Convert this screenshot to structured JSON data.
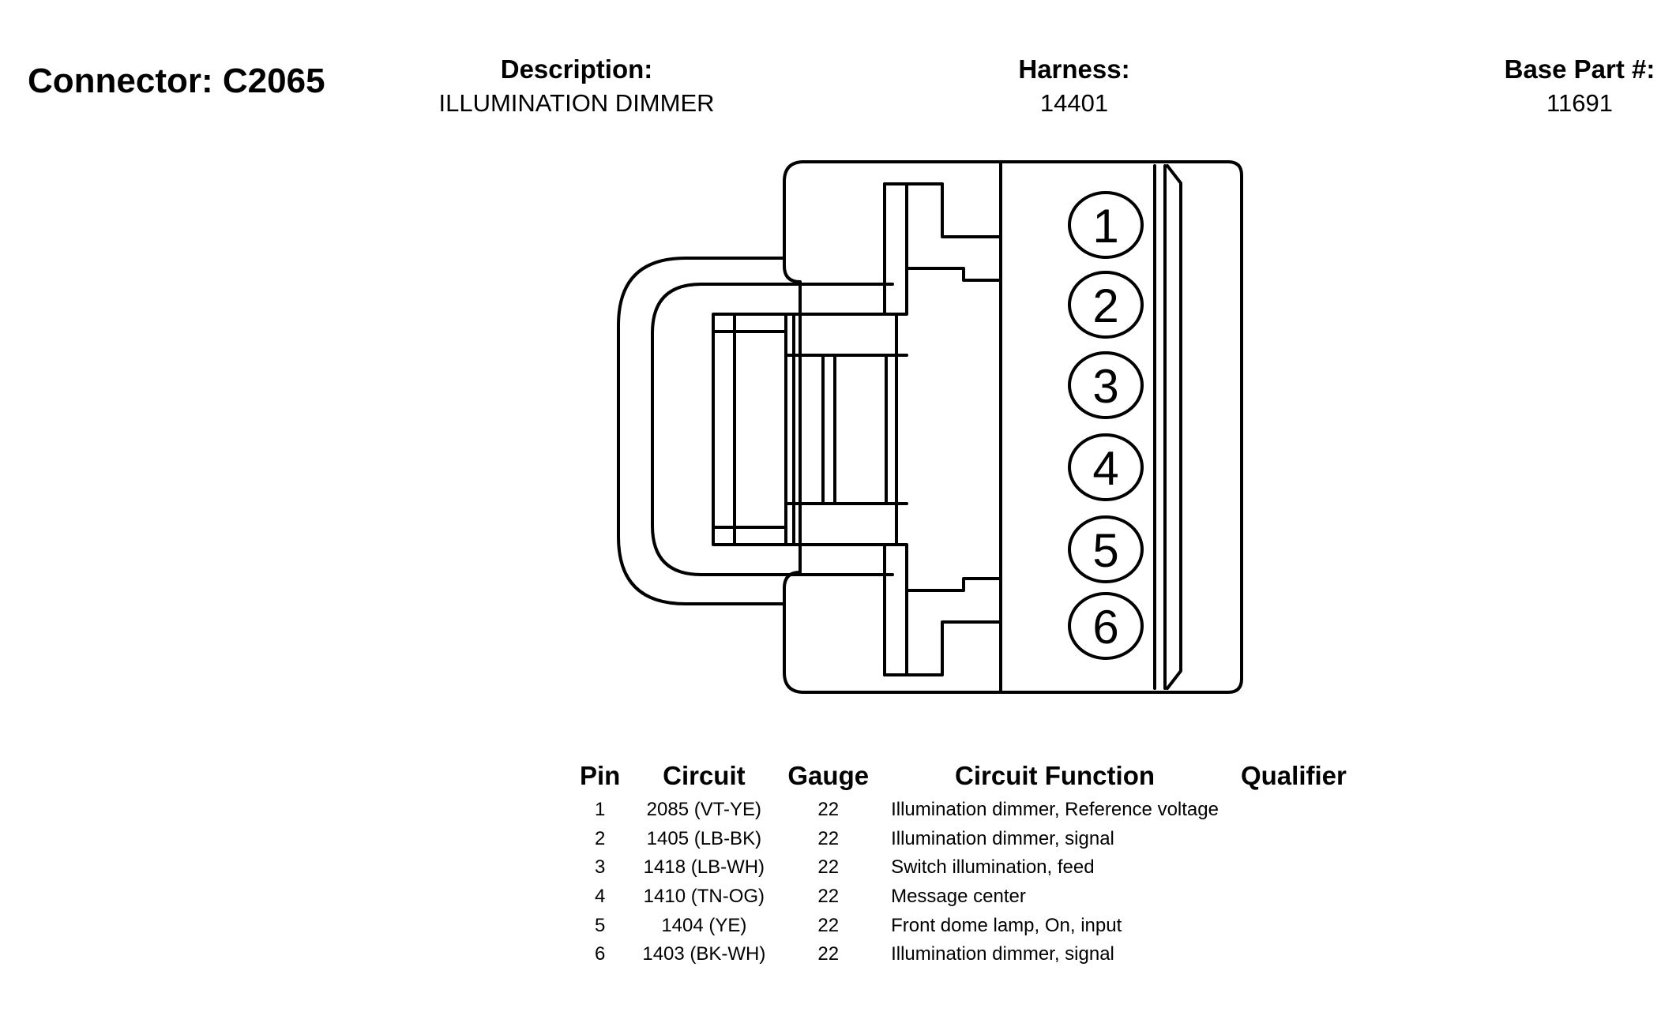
{
  "header": {
    "connector": "Connector: C2065",
    "description_label": "Description:",
    "description_value": "ILLUMINATION DIMMER",
    "harness_label": "Harness:",
    "harness_value": "14401",
    "base_part_label": "Base Part #:",
    "base_part_value": "11691"
  },
  "diagram": {
    "pin_numbers": [
      "1",
      "2",
      "3",
      "4",
      "5",
      "6"
    ]
  },
  "table": {
    "columns": [
      "Pin",
      "Circuit",
      "Gauge",
      "Circuit Function",
      "Qualifier"
    ],
    "rows": [
      {
        "pin": "1",
        "circuit": "2085 (VT-YE)",
        "gauge": "22",
        "function": "Illumination dimmer, Reference voltage",
        "qualifier": ""
      },
      {
        "pin": "2",
        "circuit": "1405 (LB-BK)",
        "gauge": "22",
        "function": "Illumination dimmer, signal",
        "qualifier": ""
      },
      {
        "pin": "3",
        "circuit": "1418 (LB-WH)",
        "gauge": "22",
        "function": "Switch illumination, feed",
        "qualifier": ""
      },
      {
        "pin": "4",
        "circuit": "1410 (TN-OG)",
        "gauge": "22",
        "function": "Message center",
        "qualifier": ""
      },
      {
        "pin": "5",
        "circuit": "1404 (YE)",
        "gauge": "22",
        "function": "Front dome lamp, On, input",
        "qualifier": ""
      },
      {
        "pin": "6",
        "circuit": "1403 (BK-WH)",
        "gauge": "22",
        "function": "Illumination dimmer, signal",
        "qualifier": ""
      }
    ]
  }
}
